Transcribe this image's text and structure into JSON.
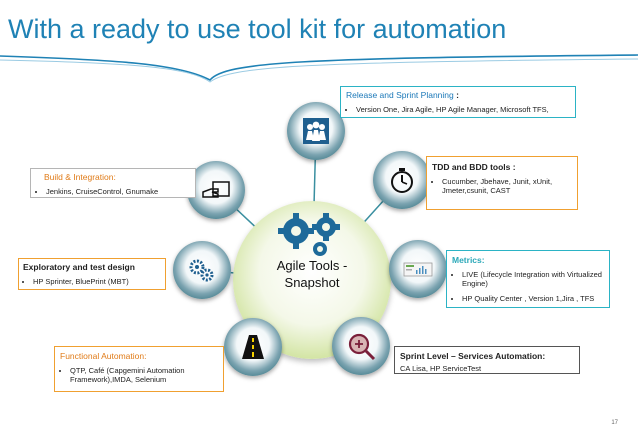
{
  "slide": {
    "title": "With a  ready to use tool kit for automation",
    "page_number": "17"
  },
  "hub": {
    "line1": "Agile Tools -",
    "line2": "Snapshot"
  },
  "boxes": {
    "release": {
      "heading": "Release  and Sprint Planning",
      "heading_suffix": " :",
      "items": [
        "Version One,  Jira Agile, HP Agile Manager, Microsoft TFS,"
      ]
    },
    "tdd": {
      "heading": "TDD and BDD tools  :",
      "items": [
        "Cucumber, Jbehave, Junit, xUnit, Jmeter,csunit, CAST"
      ]
    },
    "build": {
      "heading": "Build & Integration:",
      "items": [
        "Jenkins, CruiseControl, Gnumake"
      ]
    },
    "exploratory": {
      "heading": "Exploratory and test design",
      "items": [
        "HP Sprinter, BluePrint (MBT)"
      ]
    },
    "metrics": {
      "heading": "Metrics:",
      "items": [
        "LIVE (Lifecycle Integration with Virtualized Engine)",
        "HP Quality Center , Version 1,Jira , TFS"
      ]
    },
    "functional": {
      "heading": "Functional  Automation:",
      "items": [
        "QTP, Café (Capgemini Automation Framework),IMDA, Selenium"
      ]
    },
    "sprint": {
      "heading": "Sprint Level – Services Automation:",
      "body": "CA Lisa, HP ServiceTest"
    }
  },
  "colors": {
    "title_blue": "#1f82b5",
    "teal": "#2bb3c5",
    "orange": "#e07b18",
    "node_dark": "#0d5866",
    "hub_green": "#b6d07a"
  },
  "icons": [
    "people-icon",
    "stopwatch-icon",
    "hand-document-icon",
    "gears-icon",
    "dashboard-icon",
    "road-icon",
    "magnifier-icon",
    "gear-cluster-icon"
  ]
}
